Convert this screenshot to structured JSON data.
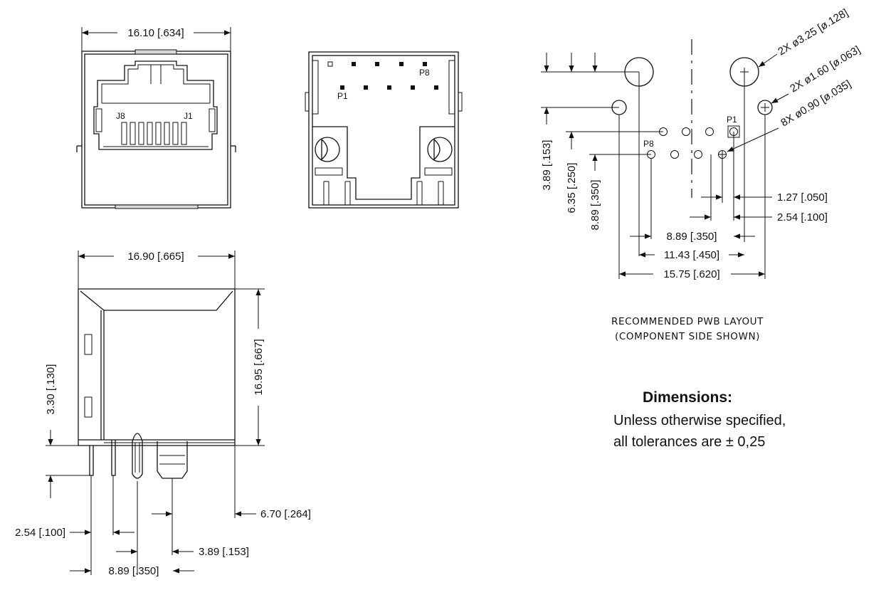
{
  "front_view": {
    "width_dim": "16.10 [.634]",
    "pin_label_left": "J8",
    "pin_label_right": "J1"
  },
  "rear_view": {
    "pin8_label": "P8",
    "pin1_label": "P1"
  },
  "side_view": {
    "depth_dim": "16.90 [.665]",
    "height_dim": "16.95 [.667]",
    "standoff_dim": "3.30 [.130]",
    "post_offset_dim": "6.70 [.264]",
    "pin_pitch_dim": "2.54 [.100]",
    "post_spacing_dim": "3.89 [.153]",
    "pin_span_dim": "8.89 [.350]"
  },
  "pwb_layout": {
    "mount_hole_callout": "2X ø3.25 [ø.128]",
    "pin_hole_callout": "2X ø1.60 [ø.063]",
    "signal_hole_callout": "8X ø0.90 [ø.035]",
    "pin1_label": "P1",
    "pin8_label": "P8",
    "dim_v1": "3.89 [.153]",
    "dim_v2": "6.35 [.250]",
    "dim_v3": "8.89 [.350]",
    "dim_pitch": "1.27 [.050]",
    "dim_row": "2.54 [.100]",
    "dim_h1": "8.89 [.350]",
    "dim_h2": "11.43 [.450]",
    "dim_h3": "15.75 [.620]",
    "caption_line1": "RECOMMENDED PWB LAYOUT",
    "caption_line2": "(COMPONENT SIDE SHOWN)"
  },
  "notes": {
    "heading": "Dimensions:",
    "line1": "Unless otherwise specified,",
    "line2": "all tolerances are ± 0,25"
  }
}
